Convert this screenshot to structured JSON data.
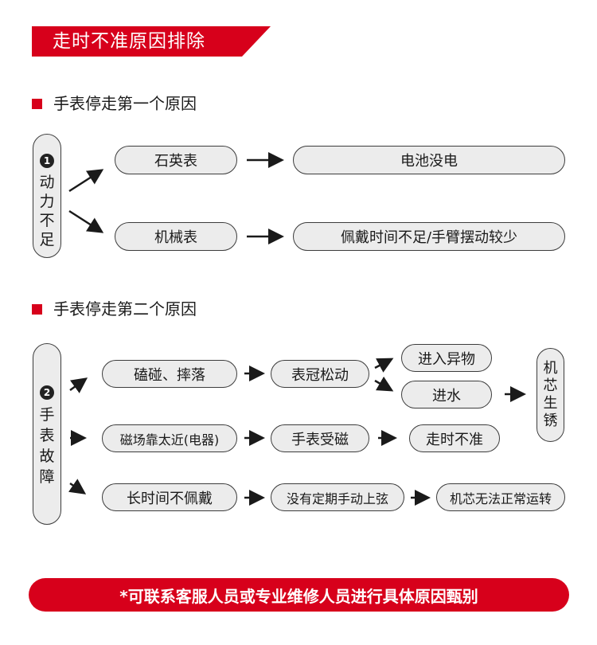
{
  "banner": {
    "title": "走时不准原因排除"
  },
  "section1": {
    "title": "手表停走第一个原因",
    "badge": "1",
    "category_chars": [
      "动",
      "力",
      "不",
      "足"
    ],
    "nodes": {
      "quartz": "石英表",
      "battery": "电池没电",
      "mechanical": "机械表",
      "wear": "佩戴时间不足/手臂摆动较少"
    }
  },
  "section2": {
    "title": "手表停走第二个原因",
    "badge": "2",
    "category_chars": [
      "手",
      "表",
      "故",
      "障"
    ],
    "nodes": {
      "impact": "磕碰、摔落",
      "crown_loose": "表冠松动",
      "foreign": "进入异物",
      "water": "进水",
      "rust_chars": [
        "机",
        "芯",
        "生",
        "锈"
      ],
      "magnet_source": "磁场靠太近(电器)",
      "magnetized": "手表受磁",
      "inaccurate": "走时不准",
      "not_worn": "长时间不佩戴",
      "not_wound": "没有定期手动上弦",
      "stopped": "机芯无法正常运转"
    }
  },
  "footer": {
    "note": "*可联系客服人员或专业维修人员进行具体原因甄别"
  },
  "colors": {
    "accent": "#d7001b",
    "pill_fill": "#ececec",
    "outline": "#3c3c3c"
  }
}
